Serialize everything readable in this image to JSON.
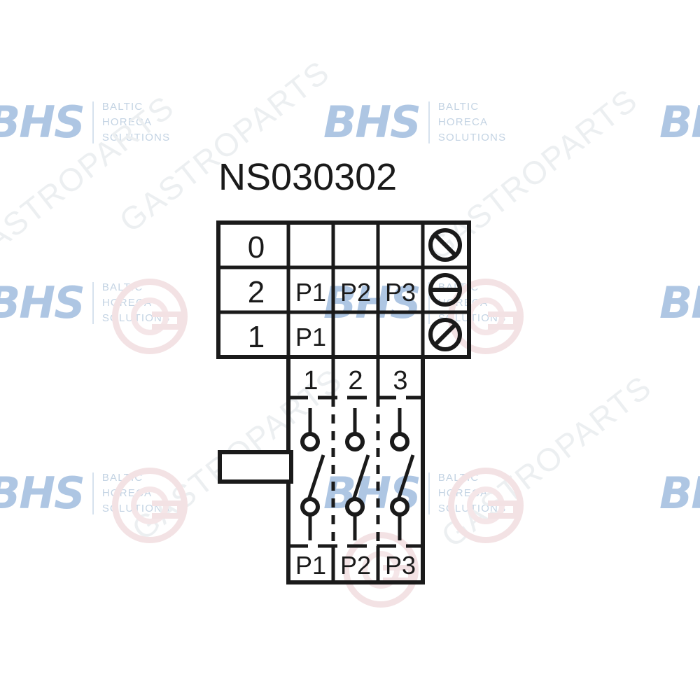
{
  "title": "NS030302",
  "watermarks": {
    "brand_mark": "BHS",
    "brand_sub_line1": "BALTIC",
    "brand_sub_line2": "HORECA",
    "brand_sub_line3": "SOLUTIONS",
    "diagonal_text": "GASTROPARTS",
    "brand_color": "#aec6e3",
    "sub_color": "#c3d3e3",
    "diagonal_color": "#eceff1",
    "logo_color": "#f3e2e4"
  },
  "diagram": {
    "type": "rotary-cam-switch-contact-table",
    "line_color": "#1a1a1a",
    "position_table": {
      "columns": [
        "position",
        "c1",
        "c2",
        "c3",
        "symbol"
      ],
      "rows": [
        {
          "position": "0",
          "c1": "",
          "c2": "",
          "c3": "",
          "symbol": "knob-diagonal-nw-se"
        },
        {
          "position": "2",
          "c1": "P1",
          "c2": "P2",
          "c3": "P3",
          "symbol": "knob-horizontal"
        },
        {
          "position": "1",
          "c1": "P1",
          "c2": "",
          "c3": "",
          "symbol": "knob-diagonal-sw-ne"
        }
      ]
    },
    "contact_block": {
      "top_terminals": [
        "1",
        "2",
        "3"
      ],
      "bottom_terminals": [
        "P1",
        "P2",
        "P3"
      ],
      "actuator": "shaft-handle-left"
    }
  }
}
